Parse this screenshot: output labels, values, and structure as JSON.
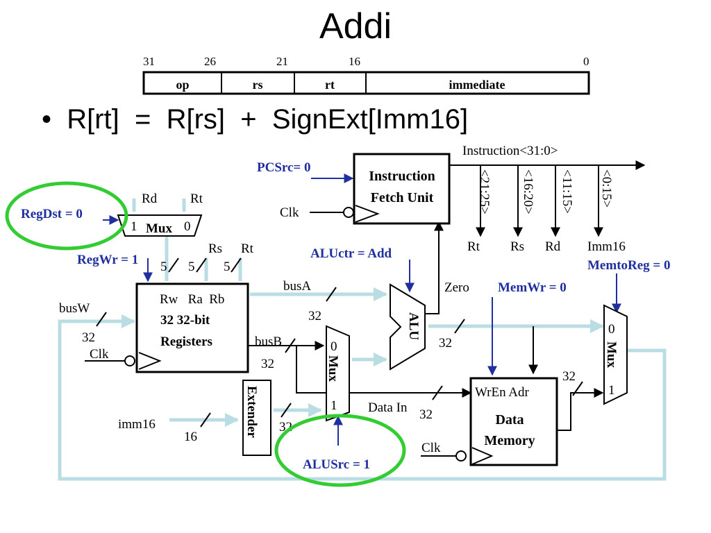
{
  "title": "Addi",
  "formula": "•  R[rt]  =  R[rs]  +  SignExt[Imm16]",
  "instruction_format": {
    "bit_positions": [
      "31",
      "26",
      "21",
      "16",
      "0"
    ],
    "fields": [
      "op",
      "rs",
      "rt",
      "immediate"
    ]
  },
  "control_signals": {
    "pcsrc": "PCSrc= 0",
    "regdst": "RegDst = 0",
    "regwr": "RegWr = 1",
    "aluctr": "ALUctr = Add",
    "memwr": "MemWr = 0",
    "memtoreg": "MemtoReg = 0",
    "alusrc": "ALUSrc = 1"
  },
  "highlight_color": "#33cc33",
  "control_color": "#1f2f9f",
  "bus_color": "#b9dde3",
  "ifu": {
    "line1": "Instruction",
    "line2": "Fetch Unit",
    "clk": "Clk",
    "instruction_bus": "Instruction<31:0>",
    "taps": [
      "<21:25>",
      "<16:20>",
      "<11:15>",
      "<0:15>"
    ],
    "tap_names": [
      "Rt",
      "Rs",
      "Rd",
      "Imm16"
    ]
  },
  "regdst_mux": {
    "rd": "Rd",
    "rt": "Rt",
    "in1": "1",
    "in0": "0",
    "label": "Mux"
  },
  "registers": {
    "rs": "Rs",
    "rt": "Rt",
    "widths": [
      "5",
      "5",
      "5"
    ],
    "ports": "Rw   Ra  Rb",
    "line1": "32 32-bit",
    "line2": "Registers",
    "clk": "Clk",
    "busw": "busW",
    "busw_width": "32",
    "busa": "busA",
    "busa_width": "32",
    "busb": "busB",
    "busb_width": "32"
  },
  "alu": {
    "label": "ALU",
    "zero": "Zero",
    "out_width": "32"
  },
  "alusrc_mux": {
    "in0": "0",
    "in1": "1",
    "label": "Mux"
  },
  "extender": {
    "label": "Extender",
    "imm16": "imm16",
    "in_width": "16",
    "out_width": "32"
  },
  "memory": {
    "ports": "WrEn Adr",
    "line1": "Data",
    "line2": "Memory",
    "data_in": "Data In",
    "data_in_width": "32",
    "clk": "Clk",
    "out_width": "32"
  },
  "memtoreg_mux": {
    "in0": "0",
    "in1": "1",
    "label": "Mux"
  }
}
